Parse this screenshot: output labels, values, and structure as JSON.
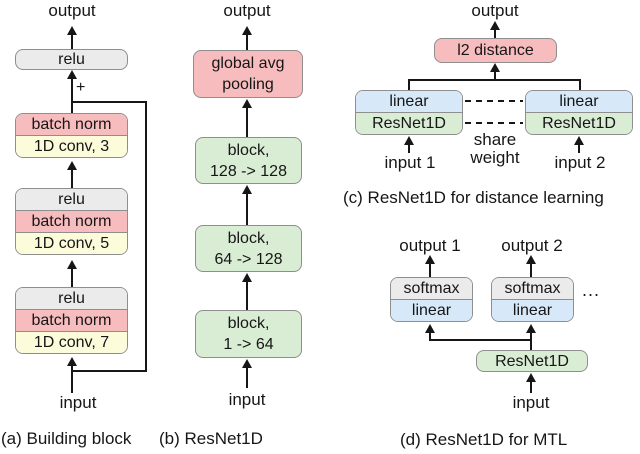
{
  "figure": {
    "colors": {
      "pink": "#f7bcbe",
      "yellow": "#fcfbda",
      "gray": "#ebebeb",
      "green": "#d9edd5",
      "blue": "#d7e9f9",
      "box_border": "#8e8e8e",
      "line": "#161616"
    },
    "panel_a": {
      "output_label": "output",
      "relu_top": "relu",
      "plus_sign": "+",
      "group1": [
        "batch norm",
        "1D conv, 3"
      ],
      "group2": [
        "relu",
        "batch norm",
        "1D conv, 5"
      ],
      "group3": [
        "relu",
        "batch norm",
        "1D conv, 7"
      ],
      "input_label": "input",
      "caption": "(a) Building block"
    },
    "panel_b": {
      "output_label": "output",
      "pooling_line1": "global avg",
      "pooling_line2": "pooling",
      "block3_line1": "block,",
      "block3_line2": "128 -> 128",
      "block2_line1": "block,",
      "block2_line2": "64 -> 128",
      "block1_line1": "block,",
      "block1_line2": "1 -> 64",
      "input_label": "input",
      "caption": "(b) ResNet1D"
    },
    "panel_c": {
      "output_label": "output",
      "l2_label": "l2 distance",
      "left_stack": [
        "linear",
        "ResNet1D"
      ],
      "right_stack": [
        "linear",
        "ResNet1D"
      ],
      "share_line1": "share",
      "share_line2": "weight",
      "input1_label": "input 1",
      "input2_label": "input 2",
      "caption": "(c) ResNet1D for distance learning"
    },
    "panel_d": {
      "output1_label": "output 1",
      "output2_label": "output 2",
      "left_stack": [
        "softmax",
        "linear"
      ],
      "right_stack": [
        "softmax",
        "linear"
      ],
      "ellipsis": "...",
      "resnet_label": "ResNet1D",
      "input_label": "input",
      "caption": "(d) ResNet1D for MTL"
    }
  }
}
